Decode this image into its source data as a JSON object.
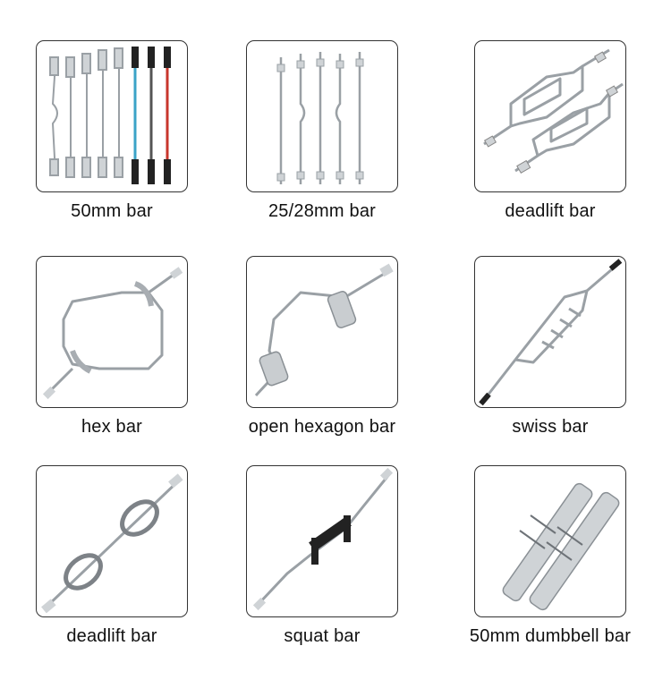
{
  "products": [
    {
      "label": "50mm bar",
      "icon": "olympic-bars-icon"
    },
    {
      "label": "25/28mm bar",
      "icon": "standard-bars-icon"
    },
    {
      "label": "deadlift bar",
      "icon": "trap-bar-pair-icon"
    },
    {
      "label": "hex bar",
      "icon": "hex-bar-icon"
    },
    {
      "label": "open hexagon bar",
      "icon": "open-hex-bar-icon"
    },
    {
      "label": "swiss bar",
      "icon": "swiss-bar-icon"
    },
    {
      "label": "deadlift bar",
      "icon": "oval-deadlift-bar-icon"
    },
    {
      "label": "squat bar",
      "icon": "safety-squat-bar-icon"
    },
    {
      "label": "50mm dumbbell bar",
      "icon": "dumbbell-handles-icon"
    }
  ],
  "colors": {
    "border": "#333333",
    "chrome": "#b8bcc0",
    "blue": "#3ba3c7",
    "red": "#c8362c",
    "black": "#222222"
  }
}
